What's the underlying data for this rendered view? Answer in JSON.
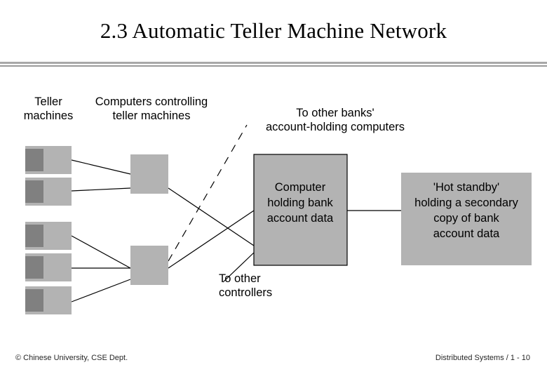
{
  "slide": {
    "title": "2.3 Automatic Teller Machine Network",
    "footer_left": "© Chinese University, CSE Dept.",
    "footer_right": "Distributed Systems / 1 - 10"
  },
  "diagram": {
    "type": "network-architecture",
    "colors": {
      "box_fill": "#b3b3b3",
      "box_dark_fill": "#808080",
      "box_stroke": "#000000",
      "line": "#000000",
      "background": "#ffffff"
    },
    "labels": {
      "teller_machines": [
        "Teller",
        "machines"
      ],
      "computers_controlling": [
        "Computers controlling",
        "teller machines"
      ],
      "to_other_banks": [
        "To other banks'",
        "account-holding computers"
      ],
      "computer_holding": [
        "Computer",
        "holding bank",
        "account data"
      ],
      "hot_standby": [
        "'Hot standby'",
        "holding a secondary",
        "copy of bank",
        "account data"
      ],
      "to_other_controllers": [
        "To other",
        "controllers"
      ]
    }
  }
}
